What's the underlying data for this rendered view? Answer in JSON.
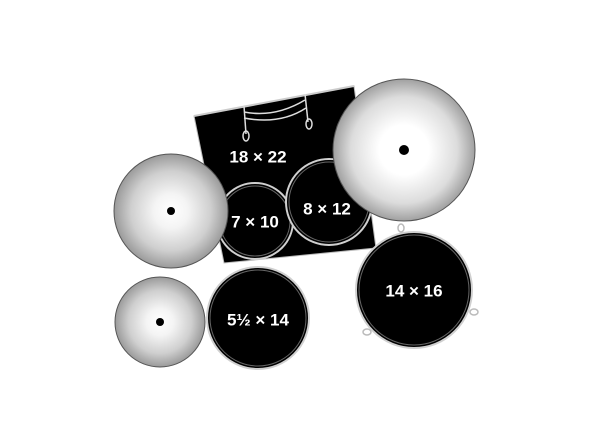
{
  "colors": {
    "drum_shell": "#000000",
    "drum_rim": "#d8d8d8",
    "label": "#ffffff",
    "cymbal_center": "#ffffff",
    "cymbal_edge": "#9a9a9a",
    "background": "#ffffff"
  },
  "drums": {
    "bass": {
      "label": "18 × 22"
    },
    "tom_small": {
      "label": "7 × 10"
    },
    "tom_large": {
      "label": "8 × 12"
    },
    "snare": {
      "label": "5½ × 14"
    },
    "floor_tom": {
      "label": "14 × 16"
    }
  },
  "cymbals": {
    "crash": {
      "name": "crash-cymbal"
    },
    "ride": {
      "name": "ride-cymbal"
    },
    "hihat": {
      "name": "hihat-cymbal"
    }
  }
}
